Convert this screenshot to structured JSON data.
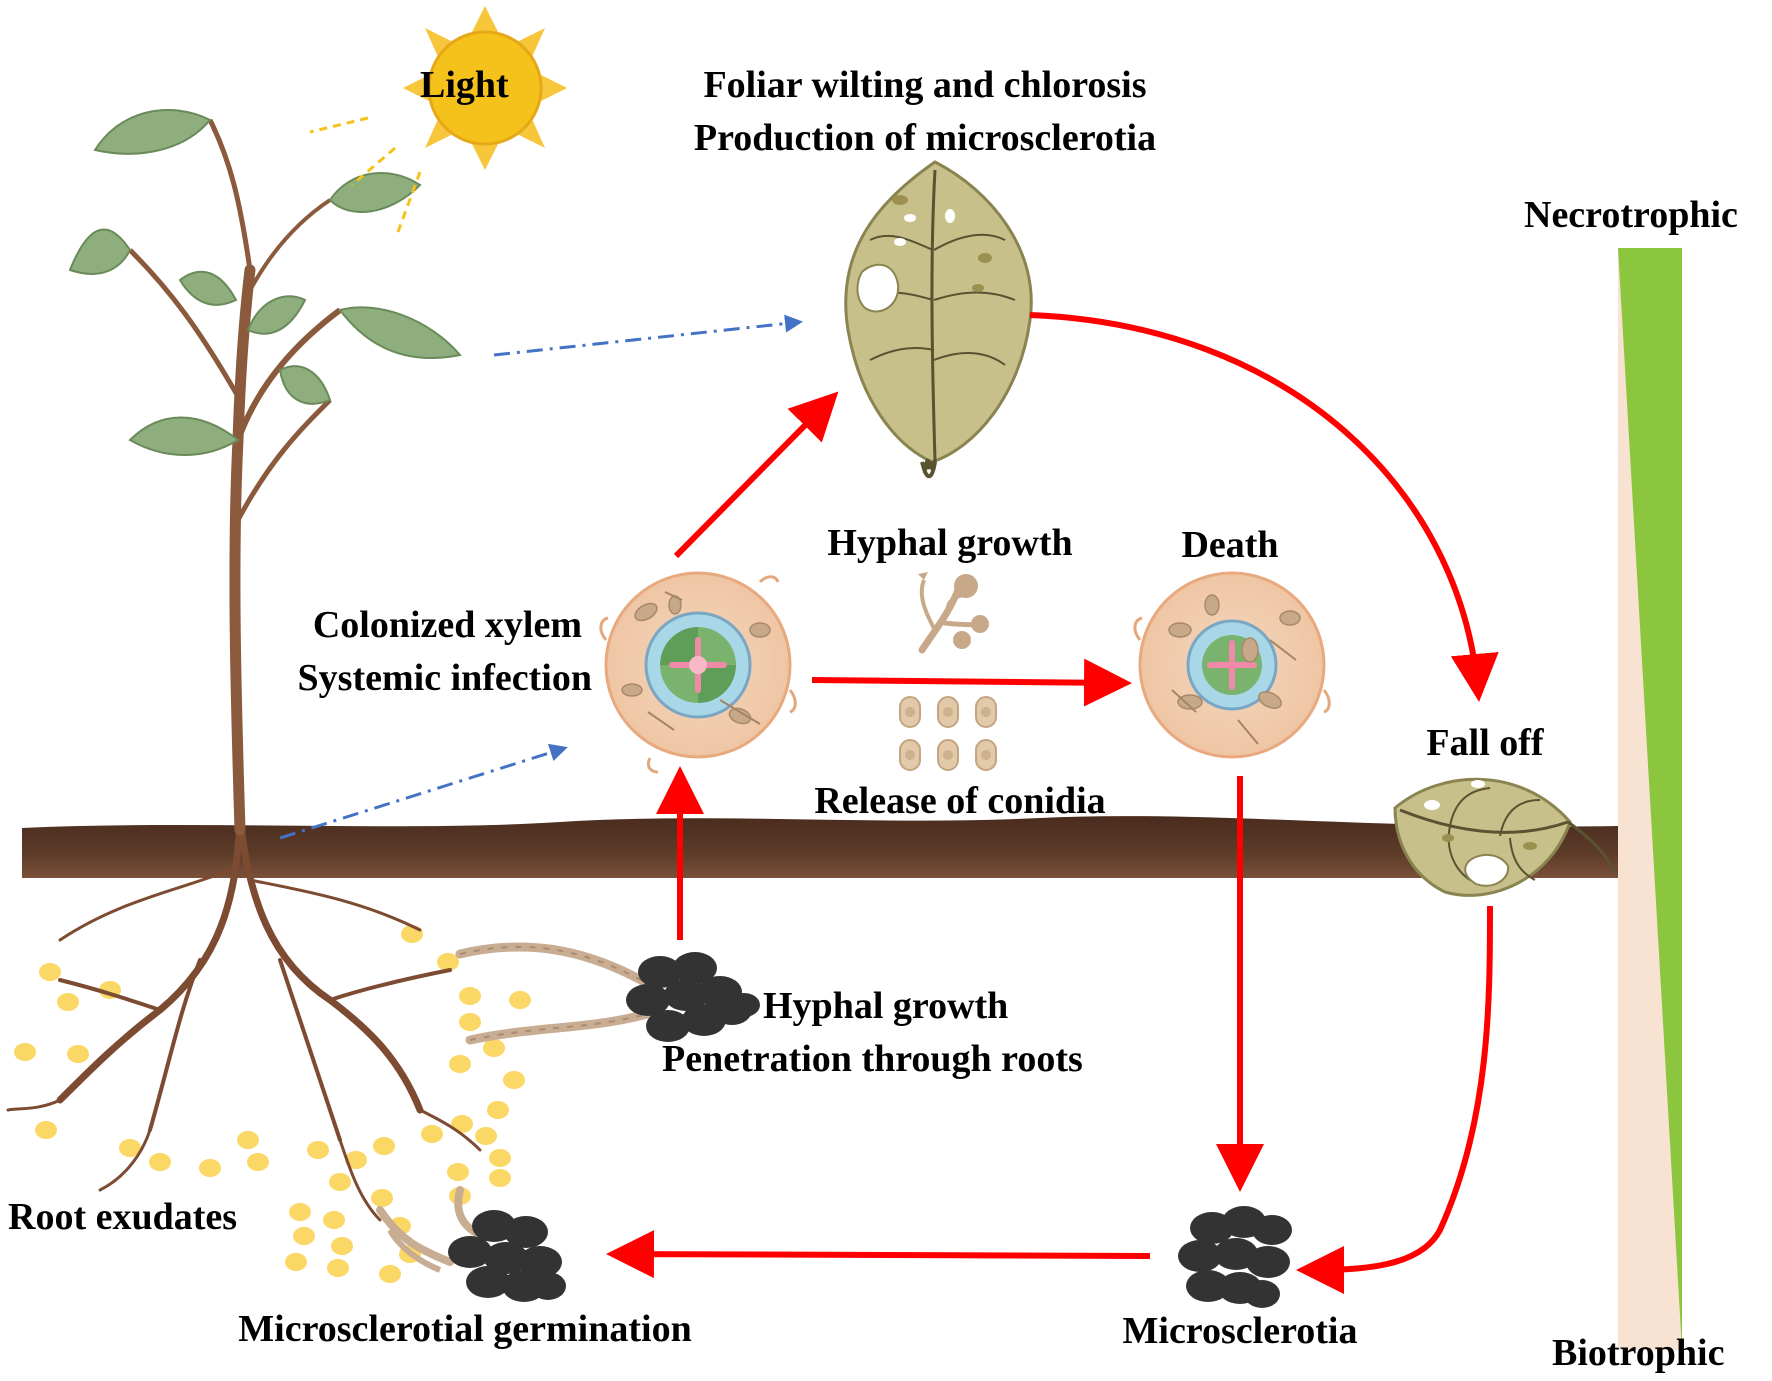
{
  "colors": {
    "cycle_arrow": "#ff0000",
    "dash_arrow": "#4472c4",
    "soil": "#5a3a28",
    "leaf_dry": "#c8c08a",
    "sun": "#f5c21b",
    "exudate": "#fbd766",
    "microsclerotia": "#333333",
    "necrotrophic_bar": "#8cc63f",
    "biotrophic_bar": "#f8e3d3",
    "stem": "#8b5a3c",
    "leaf_green": "#8fae7e"
  },
  "labels": {
    "light": "Light",
    "foliar_1": "Foliar wilting and chlorosis",
    "foliar_2": "Production of microsclerotia",
    "hyphal_growth_top": "Hyphal growth",
    "death": "Death",
    "colonized_1": "Colonized xylem",
    "colonized_2": "Systemic infection",
    "release_conidia": "Release of conidia",
    "fall_off": "Fall off",
    "hyphal_growth_bottom_1": "Hyphal growth",
    "hyphal_growth_bottom_2": "Penetration through roots",
    "root_exudates": "Root exudates",
    "microsclerotial_germination": "Microsclerotial germination",
    "microsclerotia": "Microsclerotia",
    "necrotrophic": "Necrotrophic",
    "biotrophic": "Biotrophic"
  },
  "icons": {
    "sun": "sun-icon",
    "plant": "plant-icon",
    "wilted_leaf": "wilted-leaf-icon",
    "fallen_leaf": "fallen-leaf-icon",
    "xylem_cross_section": "xylem-cross-section-icon",
    "hypha": "hypha-icon",
    "conidia": "conidia-icon",
    "microsclerotia_cluster": "microsclerotia-icon",
    "soil": "soil-layer",
    "gradient_bar": "lifestyle-gradient-bar"
  }
}
